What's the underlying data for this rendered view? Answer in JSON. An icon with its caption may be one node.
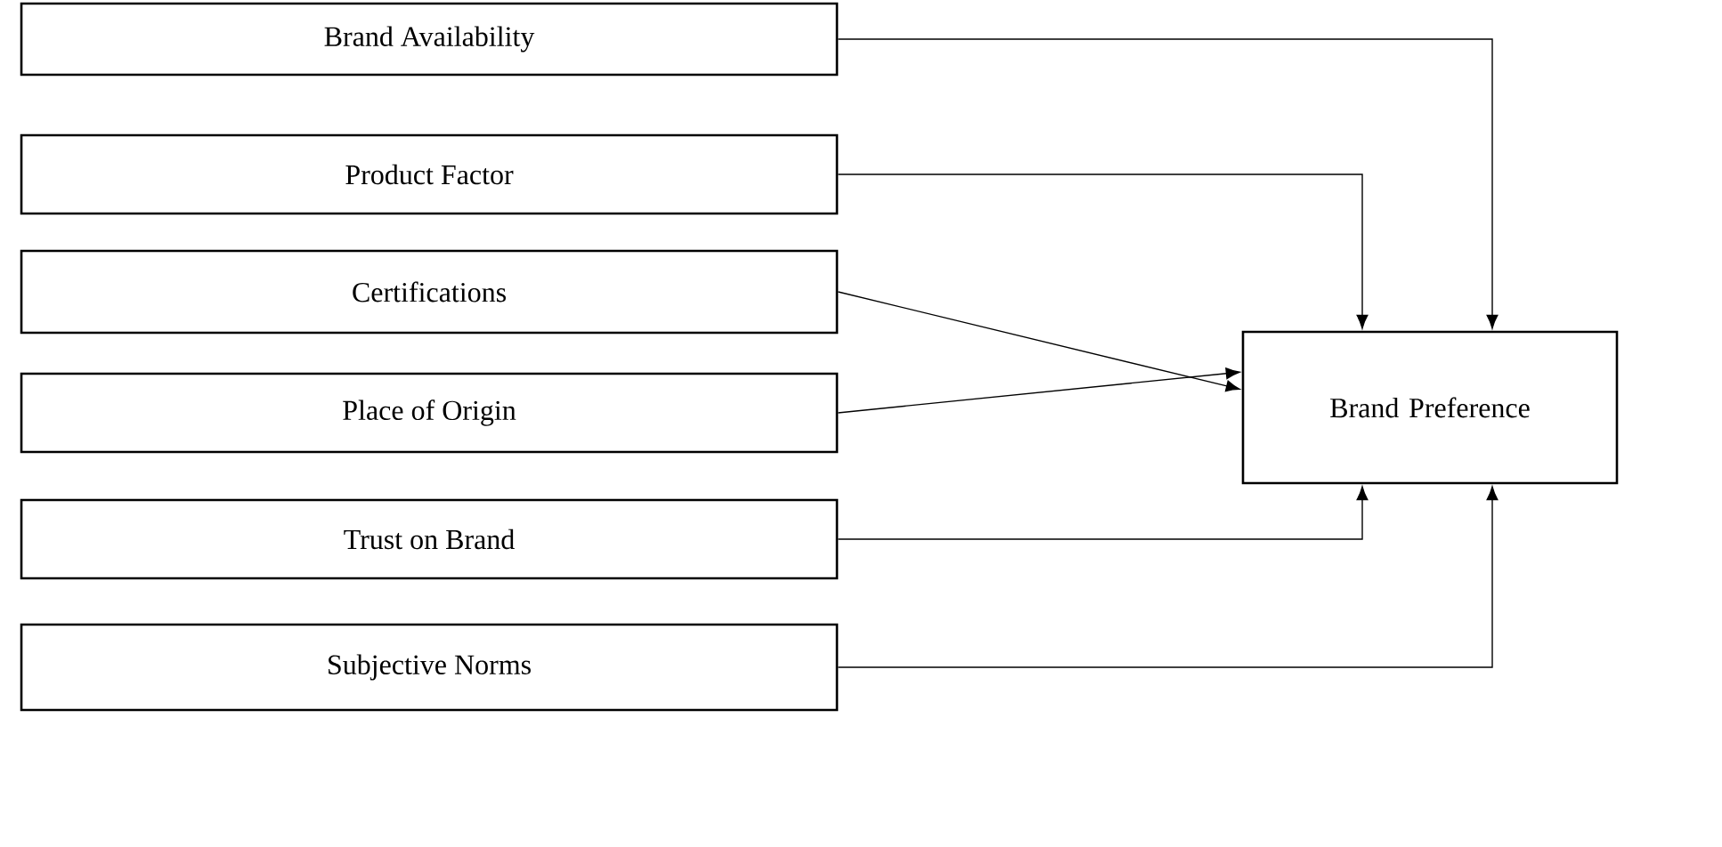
{
  "diagram": {
    "nodes": [
      {
        "text": [
          "Brand Availability"
        ]
      },
      {
        "text": [
          "Product Factor"
        ]
      },
      {
        "text": [
          "Certifications"
        ]
      },
      {
        "text": [
          "Place of Origin"
        ]
      },
      {
        "text": [
          "Trust on Brand"
        ]
      },
      {
        "text": [
          "Subjective Norms"
        ]
      },
      {
        "text": [
          "Brand Preference"
        ]
      }
    ],
    "edges": [
      {
        "from": 0,
        "to": 6,
        "arrow": "to"
      },
      {
        "from": 1,
        "to": 6,
        "arrow": "to"
      },
      {
        "from": 2,
        "to": 6,
        "arrow": "to"
      },
      {
        "from": 3,
        "to": 6,
        "arrow": "to"
      },
      {
        "from": 4,
        "to": 6,
        "arrow": "to"
      },
      {
        "from": 5,
        "to": 6,
        "arrow": "to"
      }
    ]
  }
}
